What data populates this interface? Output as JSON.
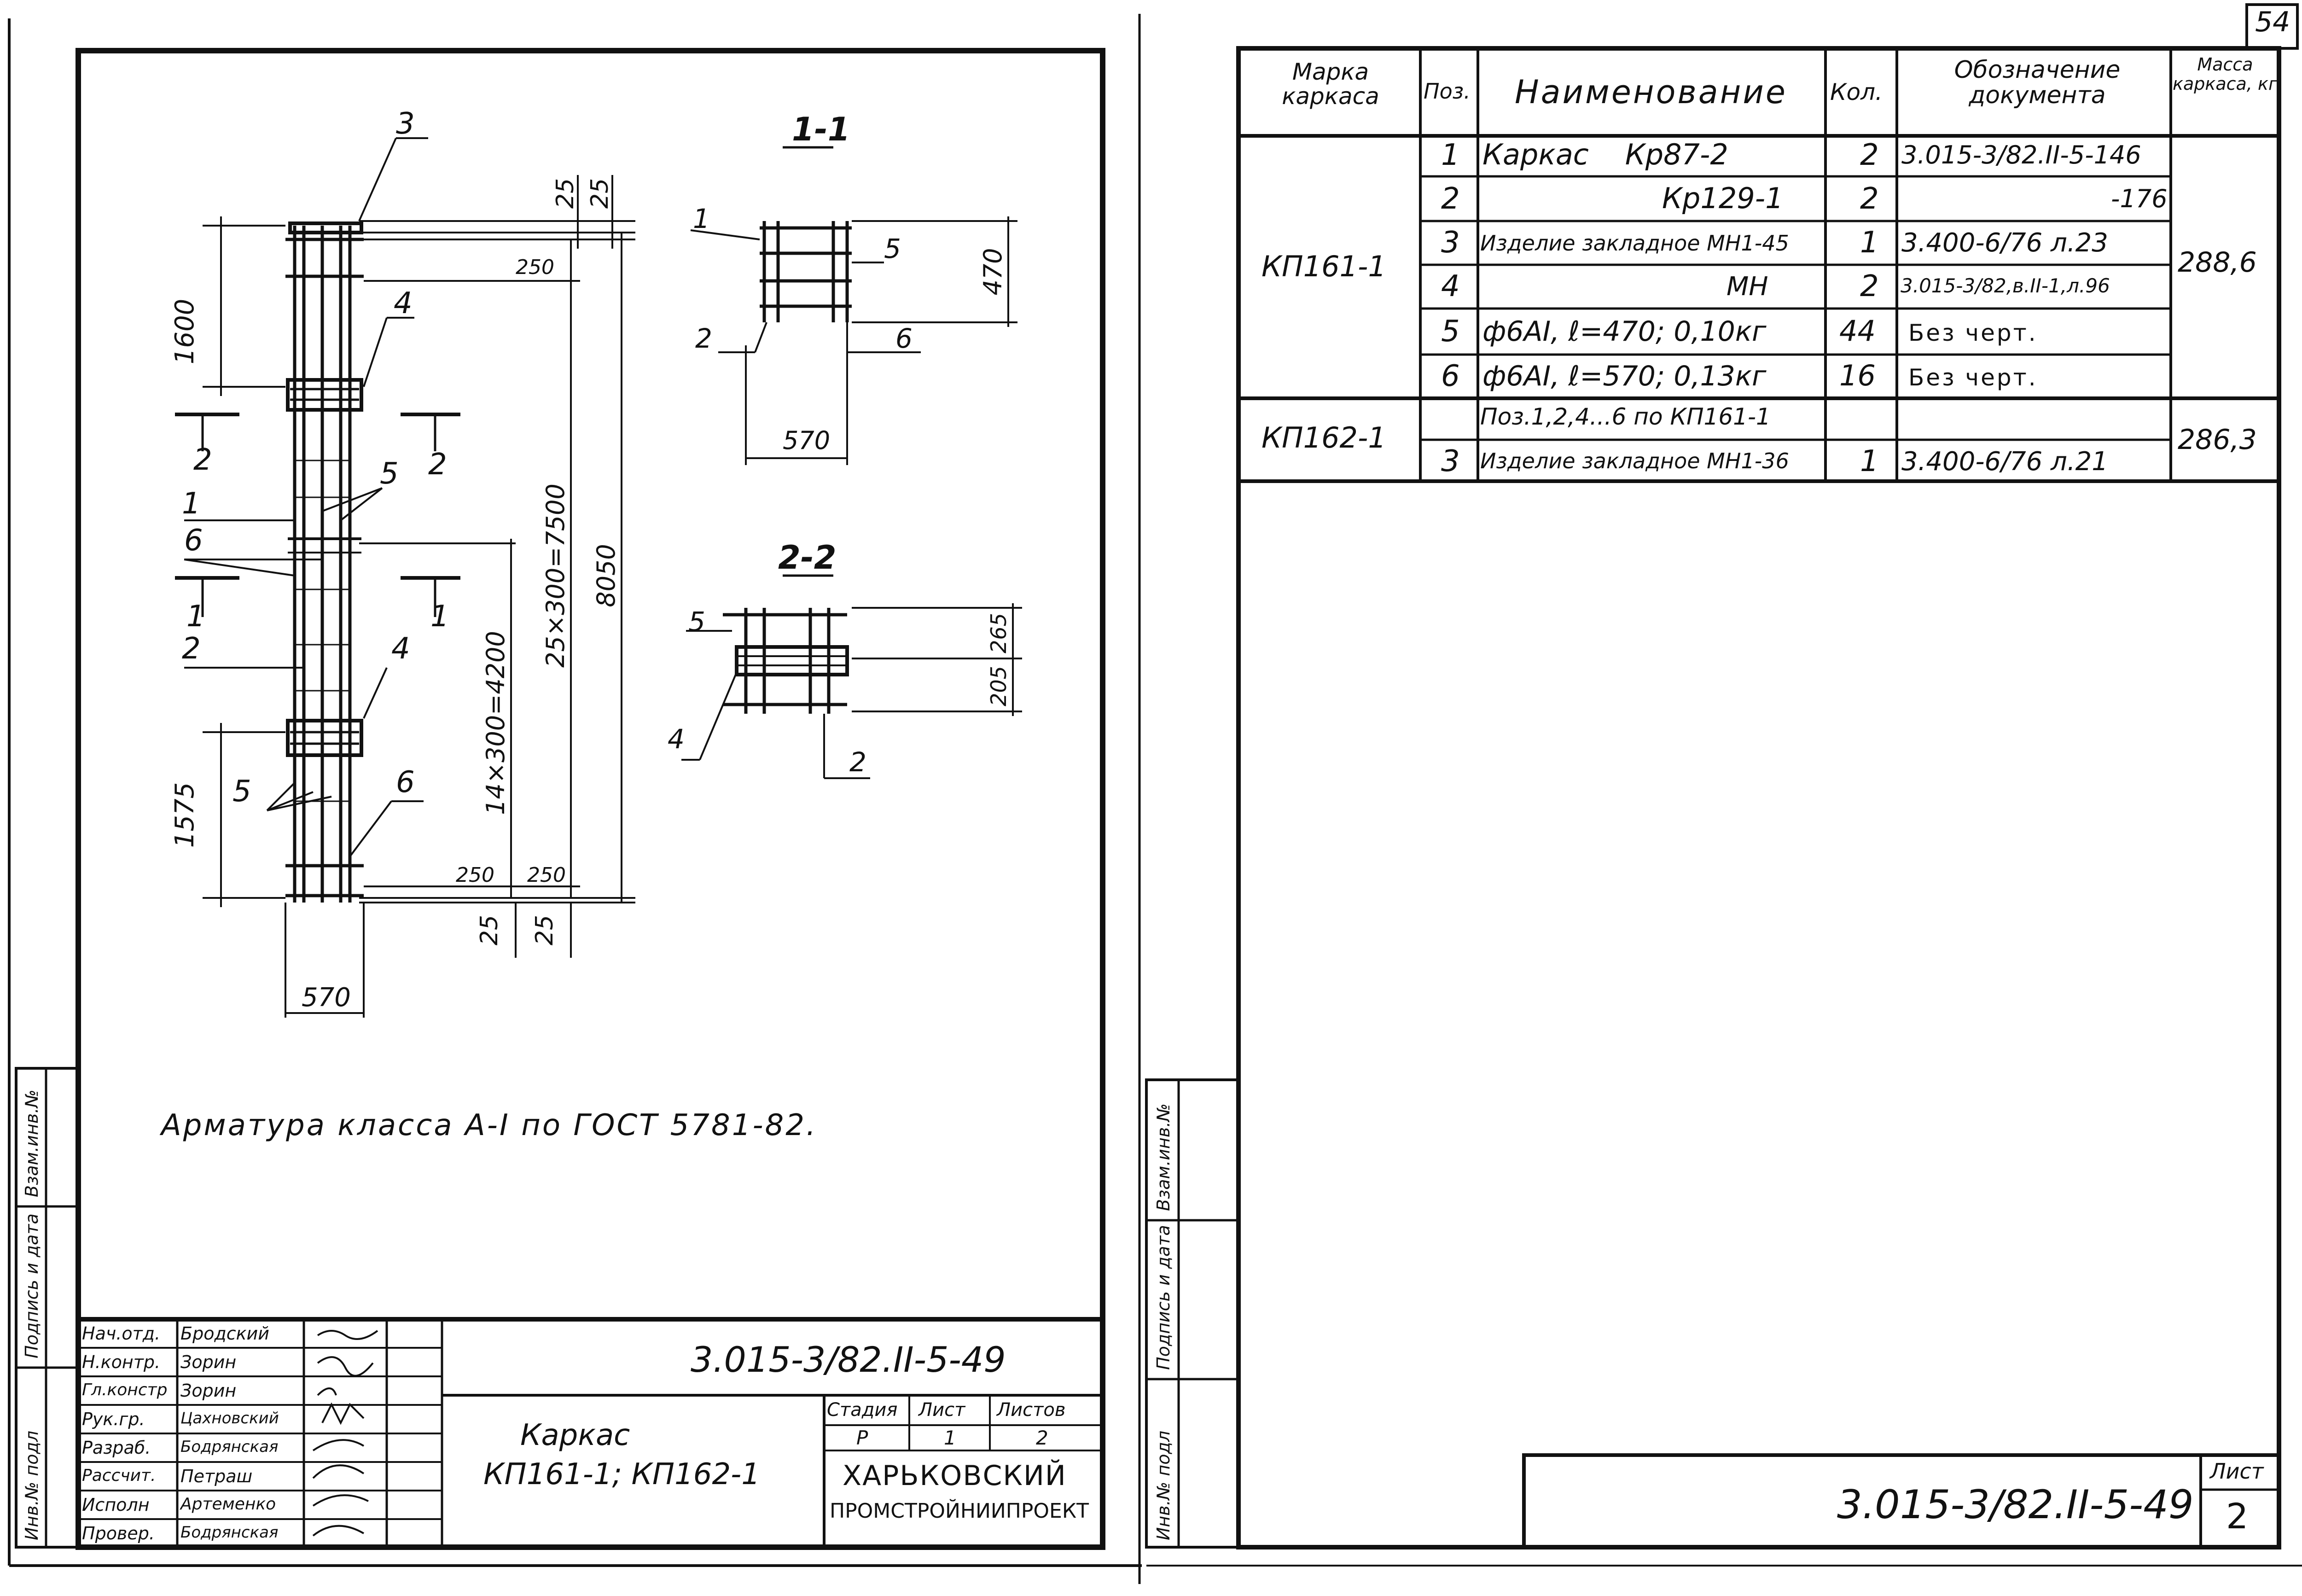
{
  "page_number": "54",
  "left_sheet": {
    "drawing": {
      "callouts": {
        "top_3": "3",
        "n4_upper": "4",
        "n5_mid": "5",
        "n2_right": "2",
        "n2_left": "2",
        "n1_a": "1",
        "n6_a": "6",
        "n1_left": "1",
        "n1_right": "1",
        "n2_b": "2",
        "n4_lower": "4",
        "n5_lower": "5",
        "n6_lower": "6"
      },
      "dimensions": {
        "d1600": "1600",
        "d25_a": "25",
        "d25_b": "25",
        "d250_a": "250",
        "d7500": "25×300=7500",
        "d8050": "8050",
        "d4200": "14×300=4200",
        "d1575": "1575",
        "d250_b": "250",
        "d250_c": "250",
        "d25_c": "25",
        "d25_d": "25",
        "d570": "570"
      }
    },
    "section_1": {
      "title": "1-1",
      "labels": {
        "n1": "1",
        "n5": "5",
        "n2": "2",
        "n6": "6",
        "d470": "470",
        "d570": "570"
      }
    },
    "section_2": {
      "title": "2-2",
      "labels": {
        "n5": "5",
        "n4": "4",
        "n2": "2",
        "d265": "265",
        "d205": "205"
      }
    },
    "note": "Арматура класса А-I по ГОСТ 5781-82.",
    "side_stamp": {
      "inv_podl": "Инв.№ подл",
      "podpis_data": "Подпись и дата",
      "vzam_inv": "Взам.инв.№"
    },
    "title_block": {
      "roles": [
        {
          "role": "Нач.отд.",
          "name": "Бродский"
        },
        {
          "role": "Н.контр.",
          "name": "Зорин"
        },
        {
          "role": "Гл.констр",
          "name": "Зорин"
        },
        {
          "role": "Рук.гр.",
          "name": "Цахновский"
        },
        {
          "role": "Разраб.",
          "name": "Бодрянская"
        },
        {
          "role": "Рассчит.",
          "name": "Петраш"
        },
        {
          "role": "Исполн",
          "name": "Артеменко"
        },
        {
          "role": "Провер.",
          "name": "Бодрянская"
        }
      ],
      "doc_code": "3.015-3/82.II-5-49",
      "title_line1": "Каркас",
      "title_line2": "КП161-1; КП162-1",
      "stage_label": "Стадия",
      "sheet_label": "Лист",
      "sheets_label": "Листов",
      "stage_value": "Р",
      "sheet_value": "1",
      "sheets_value": "2",
      "org_line1": "ХАРЬКОВСКИЙ",
      "org_line2": "ПРОМСТРОЙНИИПРОЕКТ"
    }
  },
  "right_sheet": {
    "spec_table": {
      "headers": {
        "mark": "Марка каркаса",
        "pos": "Поз.",
        "name": "Наименование",
        "qty": "Кол.",
        "doc": "Обозначение документа",
        "mass": "Масса каркаса, кг"
      },
      "groups": [
        {
          "mark": "КП161-1",
          "mass": "288,6",
          "rows": [
            {
              "pos": "1",
              "name": "Каркас    Кр87-2",
              "qty": "2",
              "doc": "3.015-3/82.II-5-146"
            },
            {
              "pos": "2",
              "name": "Кр129-1",
              "qty": "2",
              "doc": "-176"
            },
            {
              "pos": "3",
              "name": "Изделие закладное МН1-45",
              "qty": "1",
              "doc": "3.400-6/76 л.23"
            },
            {
              "pos": "4",
              "name": "МН",
              "qty": "2",
              "doc": "3.015-3/82,в.II-1,л.96"
            },
            {
              "pos": "5",
              "name": "ф6АI, ℓ=470; 0,10кг",
              "qty": "44",
              "doc": "Без черт."
            },
            {
              "pos": "6",
              "name": "ф6АI, ℓ=570; 0,13кг",
              "qty": "16",
              "doc": "Без черт."
            }
          ]
        },
        {
          "mark": "КП162-1",
          "mass": "286,3",
          "rows": [
            {
              "pos": "",
              "name": "Поз.1,2,4...6 по КП161-1",
              "qty": "",
              "doc": ""
            },
            {
              "pos": "3",
              "name": "Изделие закладное МН1-36",
              "qty": "1",
              "doc": "3.400-6/76 л.21"
            }
          ]
        }
      ]
    },
    "side_stamp": {
      "inv_podl": "Инв.№ подл",
      "podpis_data": "Подпись и дата",
      "vzam_inv": "Взам.инв.№"
    },
    "bottom_stamp": {
      "doc_code": "3.015-3/82.II-5-49",
      "sheet_label": "Лист",
      "sheet_value": "2"
    }
  }
}
